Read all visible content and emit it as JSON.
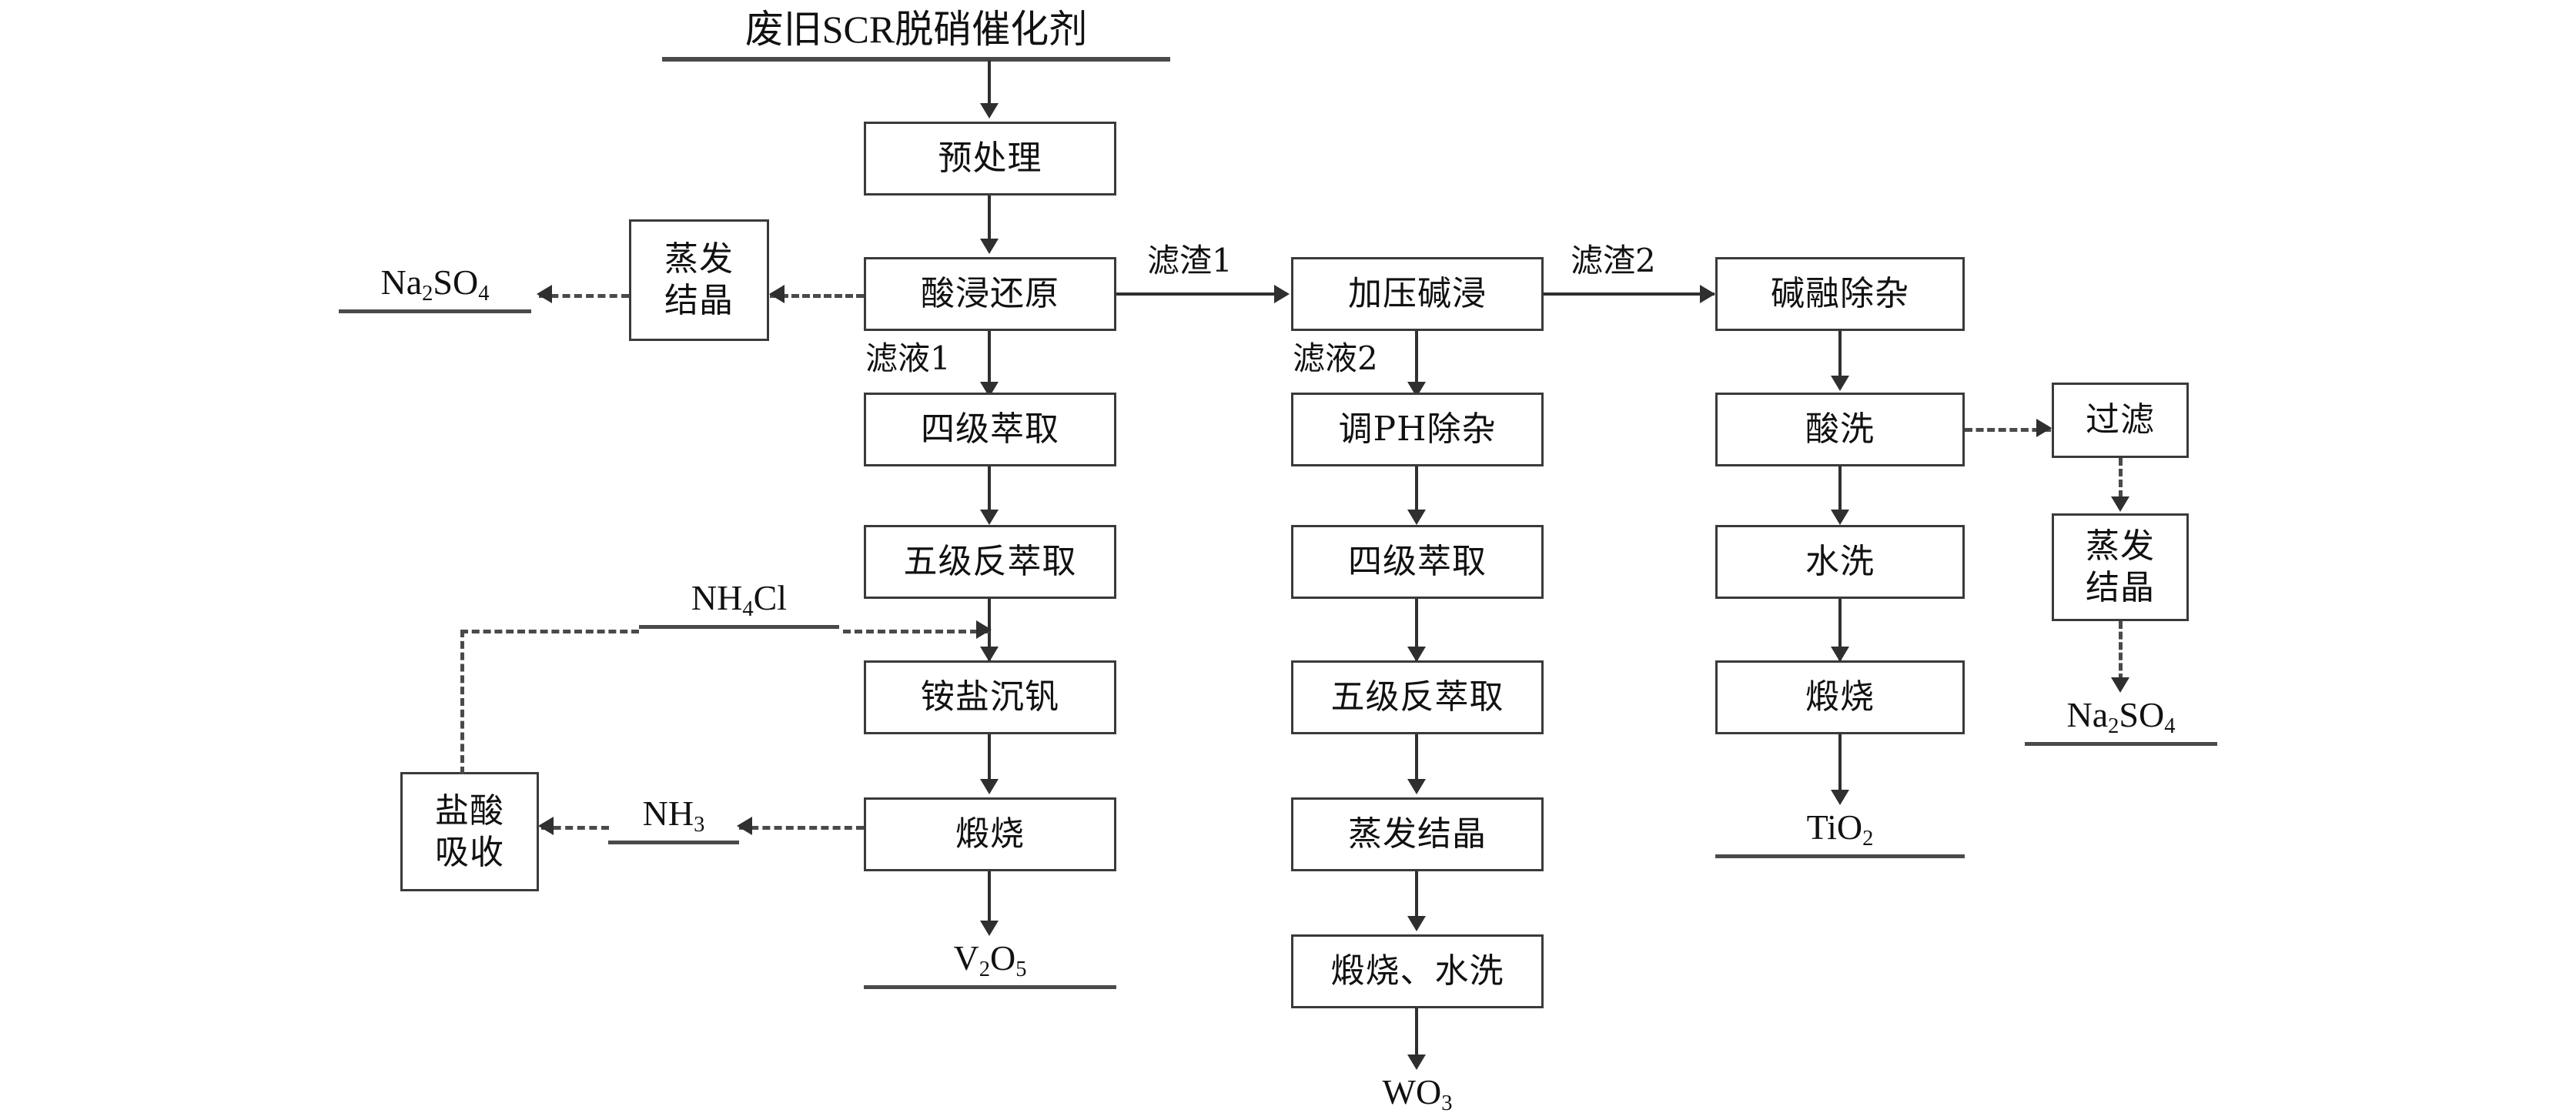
{
  "diagram": {
    "title": "废旧SCR脱硝催化剂",
    "type": "process-flow-diagram",
    "nodes": {
      "pretreatment": "预处理",
      "acid_leach": "酸浸还原",
      "evap_cryst_left": "蒸发\n结晶",
      "extract4_left": "四级萃取",
      "strip5_left": "五级反萃取",
      "ammonium_precip": "铵盐沉钒",
      "calcine_left": "煅烧",
      "hcl_absorb": "盐酸\n吸收",
      "pressure_alkali": "加压碱浸",
      "ph_adjust": "调PH除杂",
      "extract4_mid": "四级萃取",
      "strip5_mid": "五级反萃取",
      "evap_cryst_mid": "蒸发结晶",
      "calcine_wash_mid": "煅烧、水洗",
      "alkali_fusion": "碱融除杂",
      "acid_wash": "酸洗",
      "water_wash": "水洗",
      "calcine_right": "煅烧",
      "filtration": "过滤",
      "evap_cryst_right": "蒸发\n结晶"
    },
    "edge_labels": {
      "residue1": "滤渣1",
      "residue2": "滤渣2",
      "filtrate1": "滤液1",
      "filtrate2": "滤液2"
    },
    "terminals": {
      "na2so4_left": {
        "formula": "Na",
        "sub1": "2",
        "mid": "SO",
        "sub2": "4"
      },
      "nh4cl": {
        "formula": "NH",
        "sub1": "4",
        "mid": "Cl",
        "sub2": ""
      },
      "nh3": {
        "formula": "NH",
        "sub1": "3",
        "mid": "",
        "sub2": ""
      },
      "v2o5": {
        "formula": "V",
        "sub1": "2",
        "mid": "O",
        "sub2": "5"
      },
      "wo3": {
        "formula": "WO",
        "sub1": "3",
        "mid": "",
        "sub2": ""
      },
      "tio2": {
        "formula": "TiO",
        "sub1": "2",
        "mid": "",
        "sub2": ""
      },
      "na2so4_right": {
        "formula": "Na",
        "sub1": "2",
        "mid": "SO",
        "sub2": "4"
      }
    },
    "colors": {
      "line": "#2f2f2f",
      "box_border": "#3a3a3a",
      "dashed": "#4a4a4a",
      "text": "#111111",
      "background": "#ffffff"
    }
  }
}
